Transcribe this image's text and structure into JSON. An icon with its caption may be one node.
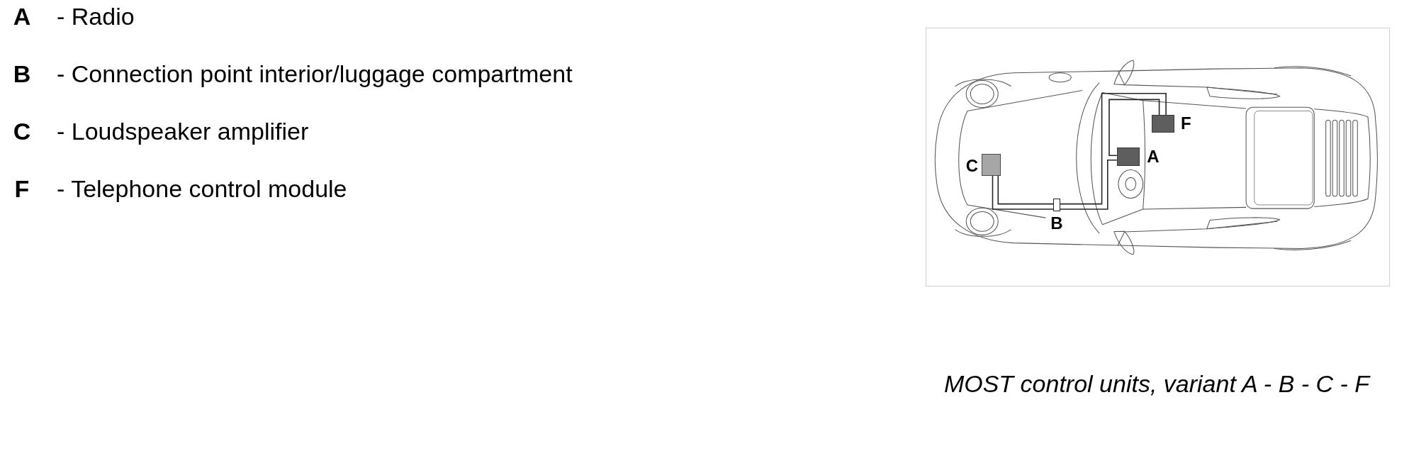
{
  "diagram": {
    "caption": "MOST control units, variant A - B - C - F",
    "nodes": [
      {
        "text": [
          "C"
        ]
      },
      {
        "text": [
          "B"
        ]
      },
      {
        "text": [
          "A"
        ]
      },
      {
        "text": [
          "F"
        ]
      }
    ],
    "edges": [
      {
        "from": 0,
        "to": 1,
        "arrow": "none"
      },
      {
        "from": 0,
        "to": 1,
        "arrow": "none"
      },
      {
        "from": 1,
        "to": 2,
        "arrow": "none"
      },
      {
        "from": 1,
        "to": 3,
        "arrow": "none"
      },
      {
        "from": 2,
        "to": 3,
        "arrow": "none"
      }
    ],
    "labels": [
      "A",
      "- Radio",
      "B",
      "- Connection point interior/luggage compartment",
      "C",
      "- Loudspeaker amplifier",
      "F",
      "- Telephone control module"
    ]
  }
}
